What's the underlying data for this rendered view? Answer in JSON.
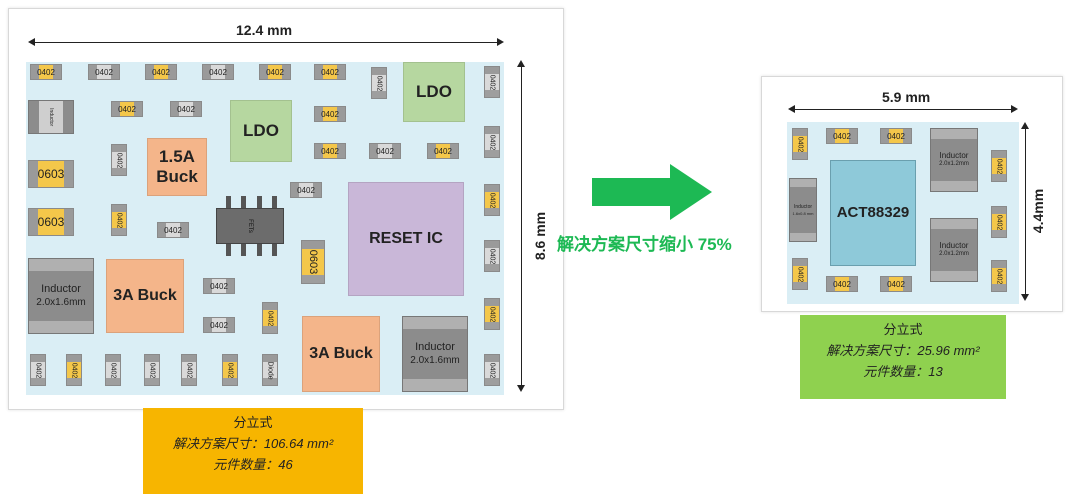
{
  "left": {
    "width_label": "12.4 mm",
    "height_label": "8.6 mm",
    "blocks": {
      "ldo_top": "LDO",
      "ldo_mid": "LDO",
      "buck_1_5a_line1": "1.5A",
      "buck_1_5a_line2": "Buck",
      "buck_3a_left": "3A Buck",
      "buck_3a_right": "3A Buck",
      "reset_ic": "RESET IC",
      "fets": "FETs"
    },
    "caps": {
      "c0402": "0402",
      "c0603": "0603",
      "diode": "Diode"
    },
    "inductors": {
      "name": "Inductor",
      "size": "2.0x1.6mm",
      "small_name": "Inductor",
      "small_size": "1.6x0.8 mm"
    },
    "info": {
      "title": "分立式",
      "line_size": "解决方案尺寸：106.64 mm²",
      "line_count": "元件数量：46",
      "bg_color": "#f7b500"
    }
  },
  "arrow": {
    "label": "解决方案尺寸缩小 75%",
    "color": "#1db954"
  },
  "right": {
    "width_label": "5.9 mm",
    "height_label": "4.4mm",
    "chip": "ACT88329",
    "caps": {
      "c0402": "0402"
    },
    "inductors": {
      "name": "Inductor",
      "size": "2.0x1.2mm",
      "small_name": "Inductor",
      "small_size": "1.6x0.8 mm"
    },
    "info": {
      "title": "分立式",
      "line_size": "解决方案尺寸：25.96 mm²",
      "line_count": "元件数量：13",
      "bg_color": "#8fd14f"
    }
  }
}
